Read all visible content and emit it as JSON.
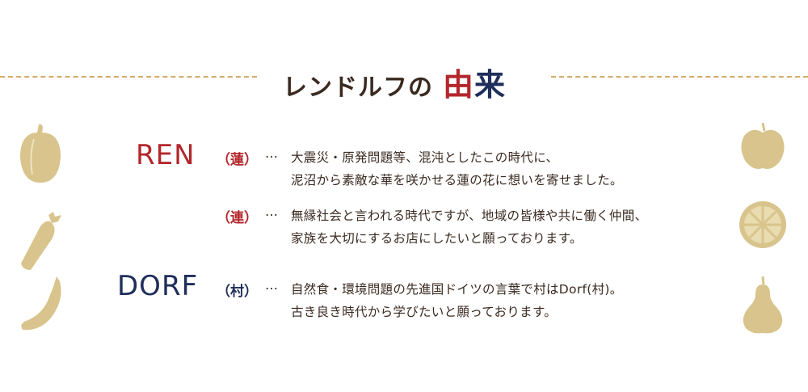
{
  "heading": {
    "prefix": "レンドルフの",
    "accent1": "由",
    "accent2": "来"
  },
  "ren": {
    "word": "REN",
    "entries": [
      {
        "kanji": "（蓮）",
        "dots": "…",
        "lines": [
          "大震災・原発問題等、混沌としたこの時代に、",
          "泥沼から素敵な華を咲かせる蓮の花に想いを寄せました。"
        ]
      },
      {
        "kanji": "（連）",
        "dots": "…",
        "lines": [
          "無縁社会と言われる時代ですが、地域の皆様や共に働く仲間、",
          "家族を大切にするお店にしたいと願っております。"
        ]
      }
    ]
  },
  "dorf": {
    "word": "DORF",
    "entries": [
      {
        "kanji": "（村）",
        "dots": "…",
        "lines": [
          "自然食・環境問題の先進国ドイツの言葉で村はDorf(村)。",
          "古き良き時代から学びたいと願っております。"
        ]
      }
    ]
  },
  "decorations": {
    "left": [
      "pepper-icon",
      "carrot-icon",
      "bean-pod-icon"
    ],
    "right": [
      "apple-icon",
      "orange-slice-icon",
      "pear-icon"
    ],
    "color": "#d8c48c"
  },
  "colors": {
    "red": "#b3272c",
    "navy": "#1f2e5a",
    "text": "#3a2a20",
    "dash": "#d4ac68"
  }
}
